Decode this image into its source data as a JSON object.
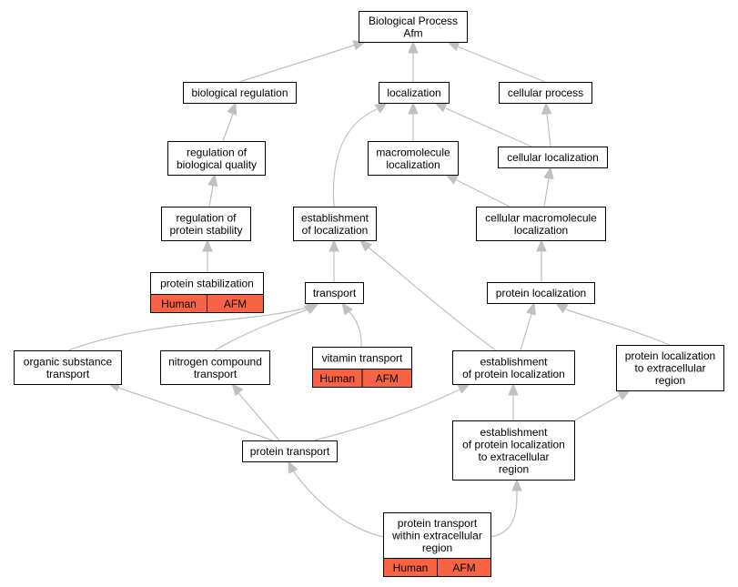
{
  "colors": {
    "edge": "#c0c0c0",
    "node_border": "#000000",
    "node_fill": "#ffffff",
    "annotated_fill": "#fa6244"
  },
  "nodes": {
    "root": {
      "lines": [
        "Biological Process",
        "Afm"
      ]
    },
    "biological_regulation": {
      "lines": [
        "biological regulation"
      ]
    },
    "localization": {
      "lines": [
        "localization"
      ]
    },
    "cellular_process": {
      "lines": [
        "cellular process"
      ]
    },
    "regulation_biological_quality": {
      "lines": [
        "regulation of",
        "biological quality"
      ]
    },
    "macromolecule_localization": {
      "lines": [
        "macromolecule",
        "localization"
      ]
    },
    "cellular_localization": {
      "lines": [
        "cellular localization"
      ]
    },
    "regulation_protein_stability": {
      "lines": [
        "regulation of",
        "protein stability"
      ]
    },
    "establishment_localization": {
      "lines": [
        "establishment",
        "of localization"
      ]
    },
    "cellular_macromolecule_localization": {
      "lines": [
        "cellular macromolecule",
        "localization"
      ]
    },
    "protein_stabilization": {
      "lines": [
        "protein stabilization"
      ],
      "tags": [
        "Human",
        "AFM"
      ]
    },
    "transport": {
      "lines": [
        "transport"
      ]
    },
    "protein_localization": {
      "lines": [
        "protein localization"
      ]
    },
    "organic_substance_transport": {
      "lines": [
        "organic substance",
        "transport"
      ]
    },
    "nitrogen_compound_transport": {
      "lines": [
        "nitrogen compound",
        "transport"
      ]
    },
    "vitamin_transport": {
      "lines": [
        "vitamin transport"
      ],
      "tags": [
        "Human",
        "AFM"
      ]
    },
    "establishment_protein_localization": {
      "lines": [
        "establishment",
        "of protein localization"
      ]
    },
    "protein_localization_extracellular": {
      "lines": [
        "protein localization",
        "to extracellular",
        "region"
      ]
    },
    "protein_transport": {
      "lines": [
        "protein transport"
      ]
    },
    "establishment_protein_localization_extracellular": {
      "lines": [
        "establishment",
        "of protein localization",
        "to extracellular",
        "region"
      ]
    },
    "protein_transport_extracellular": {
      "lines": [
        "protein transport",
        "within extracellular",
        "region"
      ],
      "tags": [
        "Human",
        "AFM"
      ]
    }
  }
}
